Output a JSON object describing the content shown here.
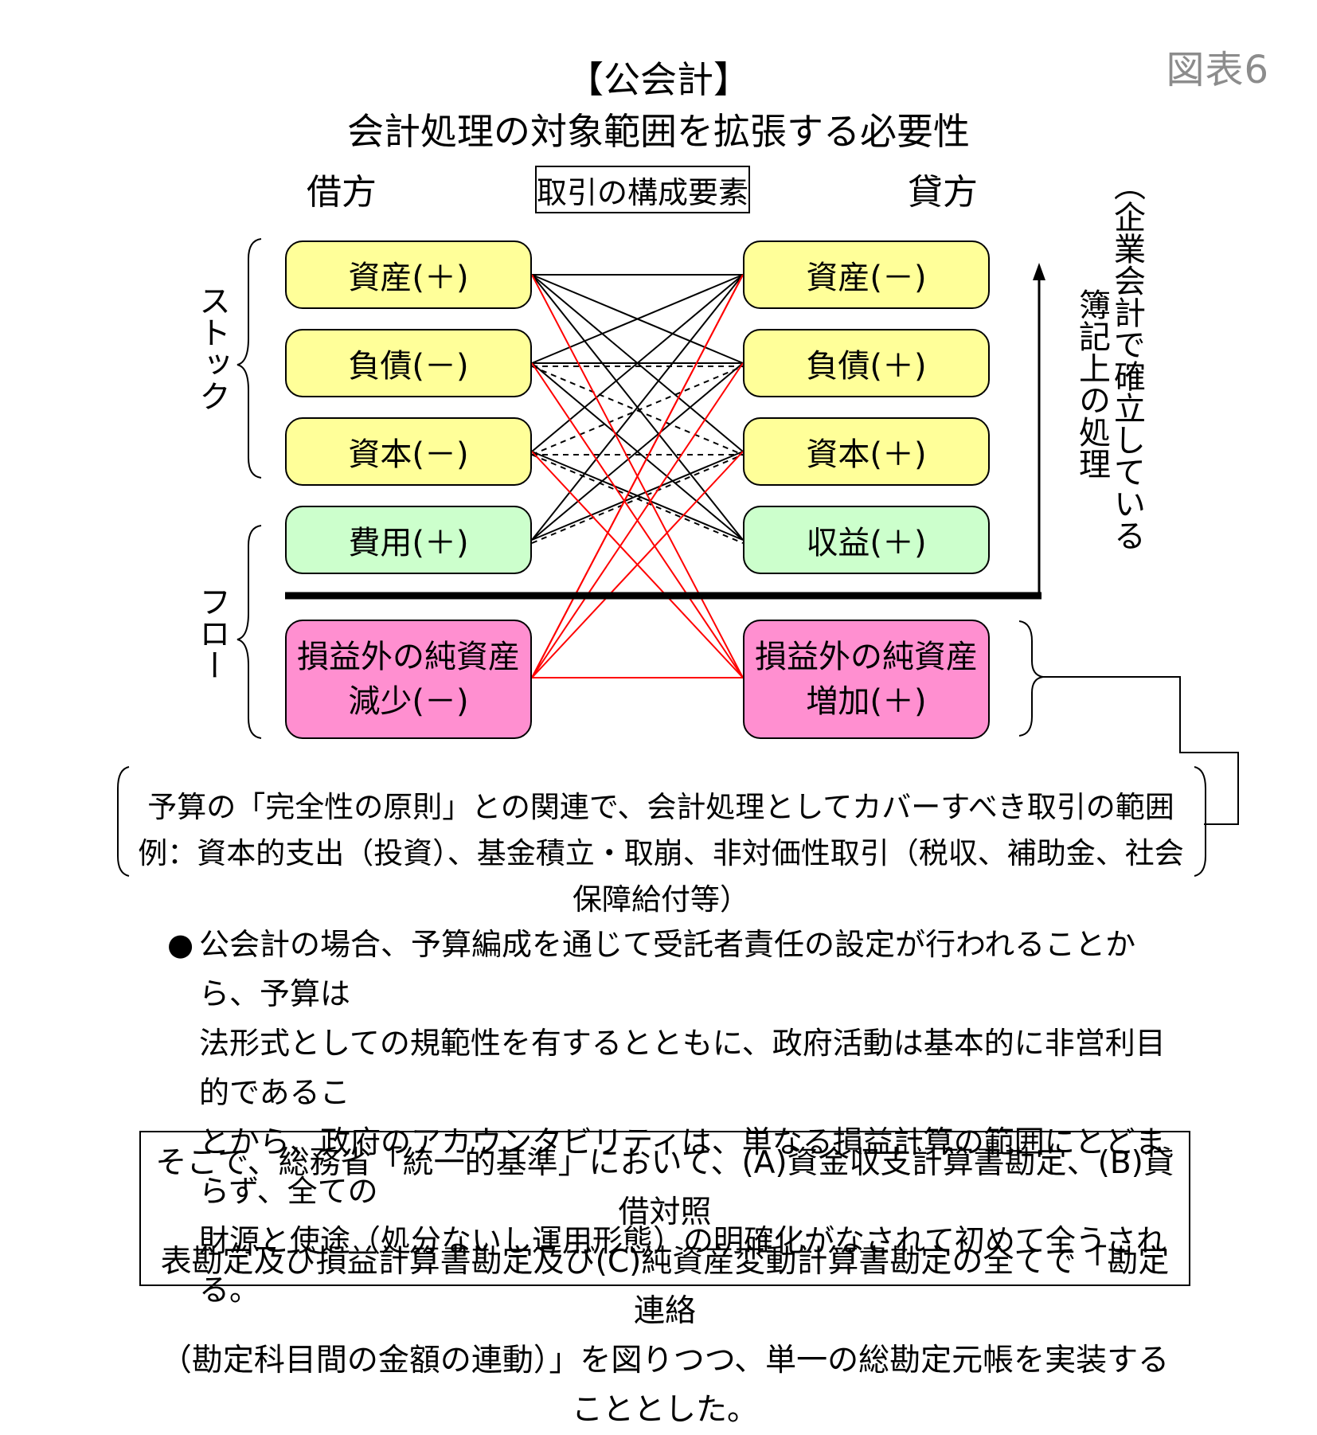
{
  "figure_label": "図表6",
  "title_line1": "【公会計】",
  "title_line2": "会計処理の対象範囲を拡張する必要性",
  "debit_header": "借方",
  "center_header": "取引の構成要素",
  "credit_header": "貸方",
  "side_stock": "ストック",
  "side_flow": "フロー",
  "right_vertical": {
    "col1": "（企業会計で確立している",
    "col2": "簿記上の処理"
  },
  "debit_boxes": [
    {
      "label": "資産(＋)"
    },
    {
      "label": "負債(－)"
    },
    {
      "label": "資本(－)"
    },
    {
      "label": "費用(＋)"
    }
  ],
  "credit_boxes": [
    {
      "label": "資産(－)"
    },
    {
      "label": "負債(＋)"
    },
    {
      "label": "資本(＋)"
    },
    {
      "label": "収益(＋)"
    }
  ],
  "debit_pink": {
    "line1": "損益外の純資産",
    "line2": "減少(－)"
  },
  "credit_pink": {
    "line1": "損益外の純資産",
    "line2": "増加(＋)"
  },
  "colors": {
    "stock_box": "#ffff99",
    "flow_box": "#ccffcc",
    "net_assets_box": "#ff8fd0",
    "red_link": "#ff0000",
    "black_link": "#000000"
  },
  "note_line1": "予算の「完全性の原則」との関連で、会計処理としてカバーすべき取引の範囲",
  "note_line2": "例：資本的支出（投資）、基金積立・取崩、非対価性取引（税収、補助金、社会保障給付等）",
  "bullet": "●",
  "paragraph": [
    "公会計の場合、予算編成を通じて受託者責任の設定が行われることから、予算は",
    "法形式としての規範性を有するとともに、政府活動は基本的に非営利目的であるこ",
    "とから、政府のアカウンタビリティは、単なる損益計算の範囲にとどまらず、全ての",
    "財源と使途（処分ないし運用形態）の明確化がなされて初めて全うされる。"
  ],
  "final_box": [
    "そこで、総務省「統一的基準」において、(A)資金収支計算書勘定、(B)貸借対照",
    "表勘定及び損益計算書勘定及び(C)純資産変動計算書勘定の全てで「勘定連絡",
    "（勘定科目間の金額の連動）」を図りつつ、単一の総勘定元帳を実装することとした。"
  ]
}
